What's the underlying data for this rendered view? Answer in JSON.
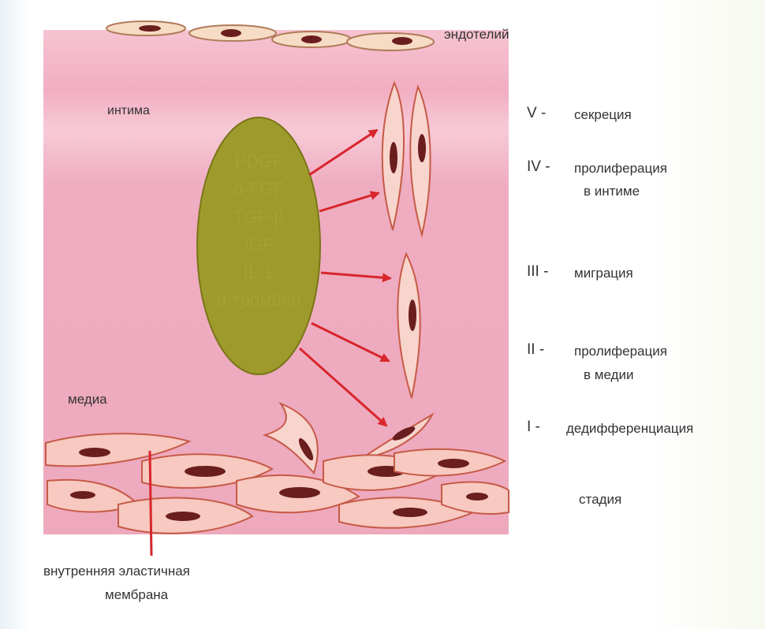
{
  "labels": {
    "endothelium": "эндотелий",
    "intima": "интима",
    "media": "медиа",
    "membrane_line1": "внутренняя эластичная",
    "membrane_line2": "мембрана",
    "stage_caption": "стадия"
  },
  "factors": [
    "PDGF",
    "α-FGF",
    "TGF-β",
    "IGF",
    "IL-1",
    "α-тромбин"
  ],
  "stages": [
    {
      "num": "V -",
      "line1": "секреция",
      "line2": ""
    },
    {
      "num": "IV -",
      "line1": "пролиферация",
      "line2": "в интиме"
    },
    {
      "num": "III -",
      "line1": "миграция",
      "line2": ""
    },
    {
      "num": "II -",
      "line1": "пролиферация",
      "line2": "в медии"
    },
    {
      "num": "I -",
      "line1": "дедифференциация",
      "line2": ""
    }
  ],
  "colors": {
    "tissue": "#f2b2c5",
    "intima_band": "#f7c6d4",
    "ellipse": "#9e9a2c",
    "arrow": "#d8262c",
    "cell_fill": "#f7c9c0",
    "cell_stroke": "#c65a48",
    "nucleus": "#6a1e1e"
  }
}
